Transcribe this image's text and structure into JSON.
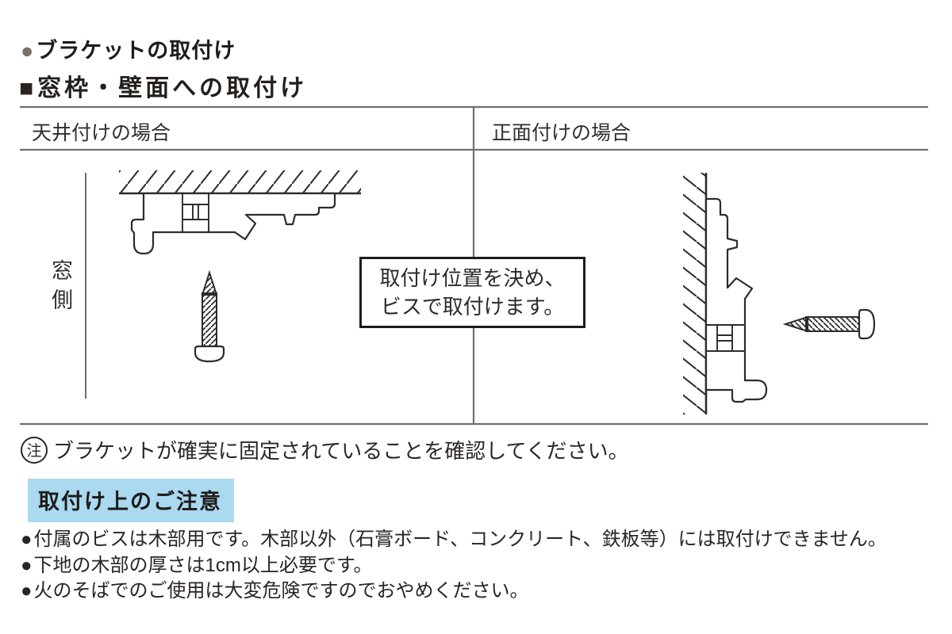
{
  "colors": {
    "highlight_blue": "#aad9f0",
    "heading_bullet": "#7d7066",
    "rule_gray": "#6f7070",
    "ink": "#2b2624",
    "diagram_ink": "#2e2c2a"
  },
  "headings": {
    "h1_bullet": "●",
    "h1": "ブラケットの取付け",
    "h2_bullet": "■",
    "h2": "窓枠・壁面への取付け"
  },
  "table": {
    "left_header": "天井付けの場合",
    "right_header": "正面付けの場合",
    "window_side_label": "窓側",
    "instruction_line1": "取付け位置を決め、",
    "instruction_line2": "ビスで取付けます。"
  },
  "note": {
    "mark": "注",
    "text": "ブラケットが確実に固定されていることを確認してください。"
  },
  "caution": {
    "title": "取付け上のご注意",
    "bullet": "●",
    "items": [
      "付属のビスは木部用です。木部以外（石膏ボード、コンクリート、鉄板等）には取付けできません。",
      "下地の木部の厚さは1cm以上必要です。",
      "火のそばでのご使用は大変危険ですのでおやめください。"
    ]
  }
}
